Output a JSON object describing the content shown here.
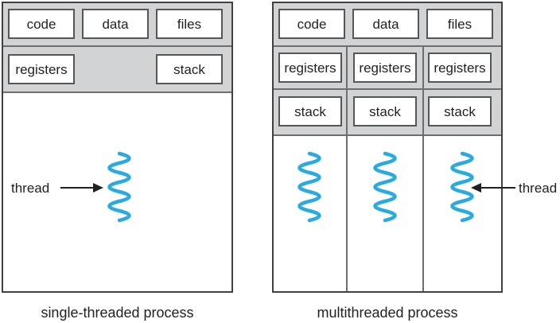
{
  "left_process": {
    "boxes_top": [
      "code",
      "data",
      "files"
    ],
    "registers": "registers",
    "stack": "stack",
    "thread_label": "thread",
    "caption": "single-threaded process"
  },
  "right_process": {
    "boxes_top": [
      "code",
      "data",
      "files"
    ],
    "threads": [
      {
        "registers": "registers",
        "stack": "stack"
      },
      {
        "registers": "registers",
        "stack": "stack"
      },
      {
        "registers": "registers",
        "stack": "stack"
      }
    ],
    "thread_label": "thread",
    "caption": "multithreaded process"
  },
  "colors": {
    "band_gray": "#d1d3d4",
    "box_border": "#55565a",
    "outer_border": "#414042",
    "divider_line": "#6d6e70",
    "thread_cyan": "#29abe2",
    "text": "#231f20"
  }
}
